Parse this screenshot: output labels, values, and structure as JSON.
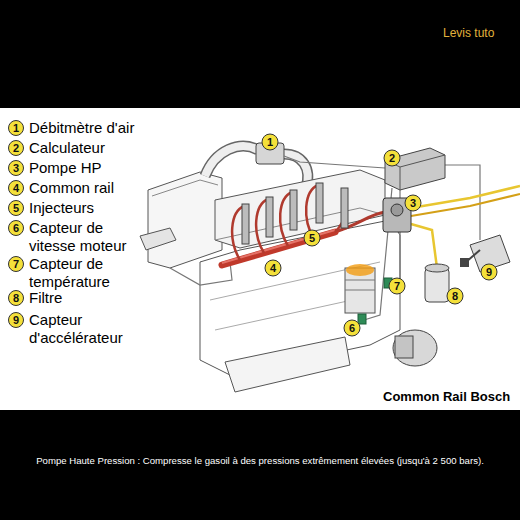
{
  "diagram": {
    "caption": "Pompe Haute Pression : Compresse le gasoil à des pressions extrêmement élevées (jusqu'à 2 500 bars).",
    "labels": [
      "Levis tuto",
      "1",
      "Débitmètre d'air",
      "2",
      "Calculateur",
      "3",
      "Pompe HP",
      "4",
      "Common rail",
      "5",
      "Injecteurs",
      "6",
      "Capteur de vitesse moteur",
      "7",
      "Capteur de température",
      "8",
      "Filtre",
      "9",
      "Capteur d'accélérateur",
      "1",
      "2",
      "3",
      "5",
      "4",
      "7",
      "9",
      "8",
      "6",
      "Common Rail Bosch"
    ]
  }
}
